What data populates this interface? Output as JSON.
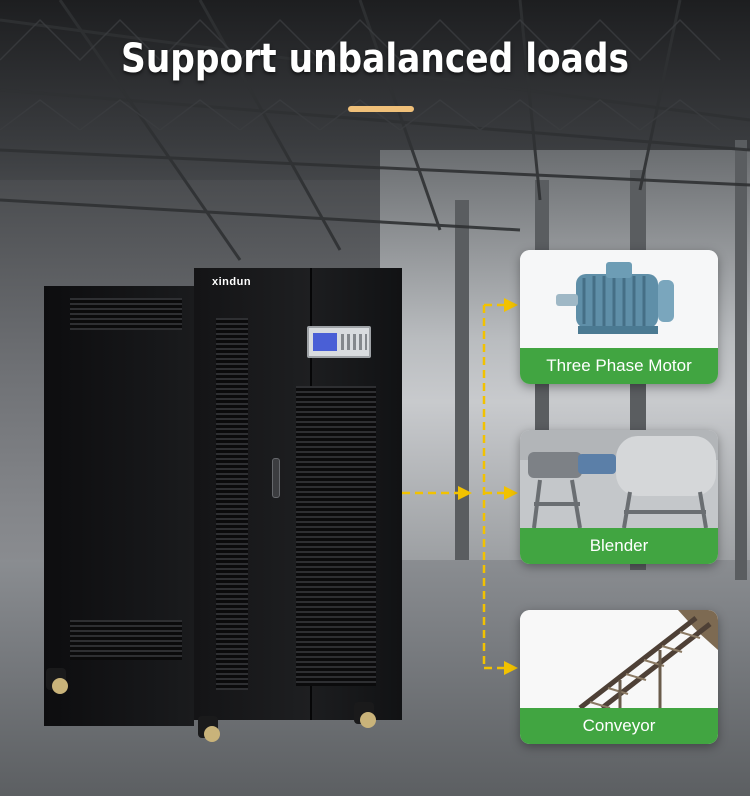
{
  "title": "Support unbalanced loads",
  "brand": "xindun",
  "loads": [
    {
      "label": "Three Phase Motor",
      "icon": "three-phase-motor-image"
    },
    {
      "label": "Blender",
      "icon": "blender-machine-image"
    },
    {
      "label": "Conveyor",
      "icon": "conveyor-image"
    }
  ],
  "colors": {
    "accent_underline": "#f0c079",
    "label_green": "#41a541",
    "arrow_yellow": "#f2c200"
  }
}
